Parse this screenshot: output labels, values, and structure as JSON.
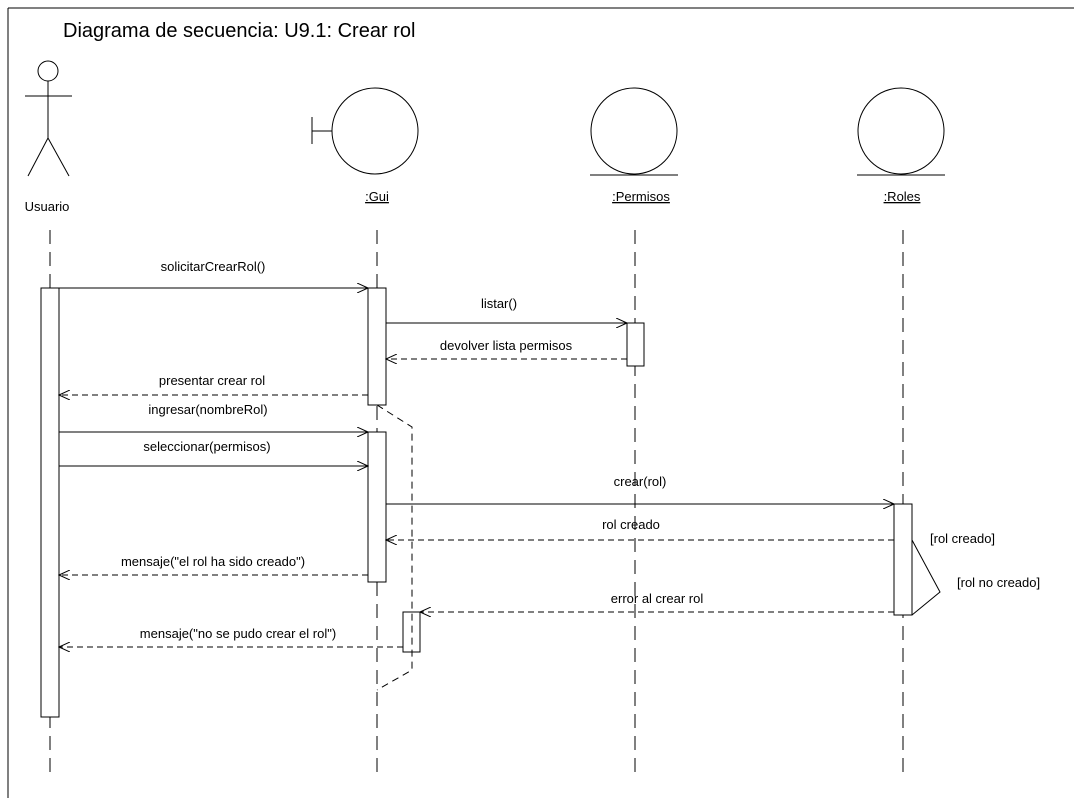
{
  "title": "Diagrama de secuencia: U9.1: Crear rol",
  "actor": {
    "label": "Usuario",
    "icon": "stick-figure-icon"
  },
  "objects": [
    {
      "key": "gui",
      "label": ":Gui",
      "icon": "boundary-icon"
    },
    {
      "key": "permisos",
      "label": ":Permisos",
      "icon": "entity-icon"
    },
    {
      "key": "roles",
      "label": ":Roles",
      "icon": "entity-icon"
    }
  ],
  "messages": [
    {
      "key": "solicitar",
      "label": "solicitarCrearRol()",
      "from": "Usuario",
      "to": ":Gui",
      "kind": "call"
    },
    {
      "key": "listar",
      "label": "listar()",
      "from": ":Gui",
      "to": ":Permisos",
      "kind": "call"
    },
    {
      "key": "devolver",
      "label": "devolver lista permisos",
      "from": ":Permisos",
      "to": ":Gui",
      "kind": "return"
    },
    {
      "key": "presentar",
      "label": "presentar crear rol",
      "from": ":Gui",
      "to": "Usuario",
      "kind": "return"
    },
    {
      "key": "ingresar",
      "label": "ingresar(nombreRol)",
      "from": "Usuario",
      "to": ":Gui",
      "kind": "call"
    },
    {
      "key": "seleccionar",
      "label": "seleccionar(permisos)",
      "from": "Usuario",
      "to": ":Gui",
      "kind": "call"
    },
    {
      "key": "crear",
      "label": "crear(rol)",
      "from": ":Gui",
      "to": ":Roles",
      "kind": "call"
    },
    {
      "key": "creado",
      "label": "rol creado",
      "from": ":Roles",
      "to": ":Gui",
      "kind": "return"
    },
    {
      "key": "mensaje_ok",
      "label": "mensaje(\"el rol ha sido creado\")",
      "from": ":Gui",
      "to": "Usuario",
      "kind": "return"
    },
    {
      "key": "error",
      "label": "error al crear rol",
      "from": ":Roles",
      "to": ":Gui",
      "kind": "return"
    },
    {
      "key": "mensaje_err",
      "label": "mensaje(\"no se pudo crear el rol\")",
      "from": ":Gui",
      "to": "Usuario",
      "kind": "return"
    }
  ],
  "guards": [
    {
      "key": "ok",
      "label": "[rol creado]"
    },
    {
      "key": "fail",
      "label": "[rol no creado]"
    }
  ],
  "colors": {
    "line": "#000000",
    "background": "#ffffff"
  }
}
